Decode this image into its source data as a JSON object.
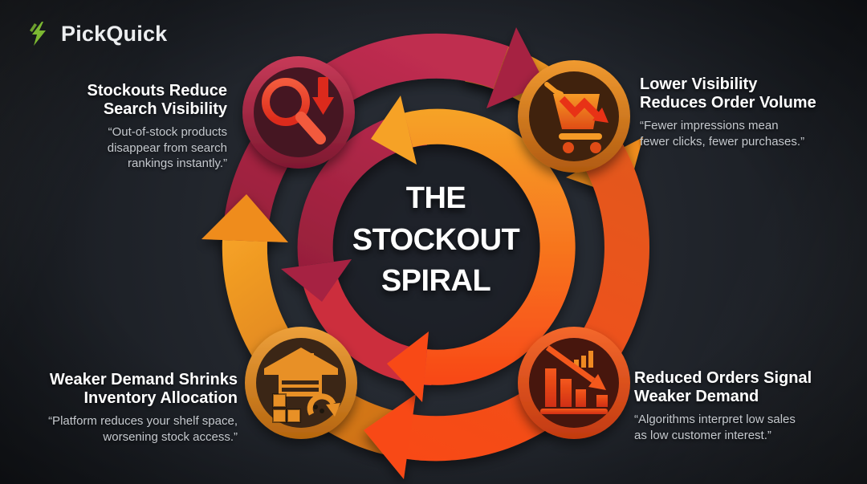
{
  "brand": {
    "name": "PickQuick"
  },
  "center_title": [
    "THE",
    "STOCKOUT",
    "SPIRAL"
  ],
  "nodes": [
    {
      "id": "stockouts-reduce-search-visibility",
      "icon": "search-decline-icon",
      "title": [
        "Stockouts Reduce",
        "Search Visibility"
      ],
      "quote": [
        "“Out-of-stock products",
        "disappear from search",
        "rankings instantly.”"
      ]
    },
    {
      "id": "lower-visibility-reduces-order-volume",
      "icon": "cart-decline-icon",
      "title": [
        "Lower Visibility",
        "Reduces Order Volume"
      ],
      "quote": [
        "“Fewer impressions mean",
        "fewer clicks, fewer purchases.”"
      ]
    },
    {
      "id": "reduced-orders-signal-weaker-demand",
      "icon": "declining-chart-icon",
      "title": [
        "Reduced Orders Signal",
        "Weaker Demand"
      ],
      "quote": [
        "“Algorithms interpret low sales",
        "as low customer interest.”"
      ]
    },
    {
      "id": "weaker-demand-shrinks-inventory-allocation",
      "icon": "warehouse-allocation-icon",
      "title": [
        "Weaker Demand Shrinks",
        "Inventory Allocation"
      ],
      "quote": [
        "“Platform reduces your shelf space,",
        "worsening stock access.”"
      ]
    }
  ],
  "colors": {
    "bg_center": "#2c323b",
    "bg_edge": "#16191e",
    "title_white": "#ffffff",
    "quote_gray": "#c5c9ce",
    "brand_green": "#7cb832",
    "brand_text": "#eceef0",
    "crimson_light": "#bf2d50",
    "crimson_mid": "#a62342",
    "crimson_dark": "#8a1a34",
    "orange_light": "#f6a226",
    "orange_mid": "#ef8c1e",
    "orange_dark": "#dd7718",
    "orange_burnt": "#c96a15",
    "red_top": "#e05a1e",
    "red_bottom": "#f84a18",
    "inner_red": "#cc2f3e",
    "badges": {
      "search": {
        "ring_light": "#c73a58",
        "ring_dark": "#7e1830",
        "fill": "#451524",
        "icon_light": "#f25a3c",
        "icon_dark": "#dc2a1a"
      },
      "cart": {
        "ring_light": "#f09a30",
        "ring_dark": "#b05a10",
        "fill": "#40220f",
        "icon_light": "#f59a26",
        "icon_dark": "#e04c16",
        "arrow": "#e83218"
      },
      "chart": {
        "ring_light": "#f4682c",
        "ring_dark": "#c23a10",
        "fill": "#471410",
        "icon_light": "#f4581c",
        "icon_dark": "#d02f12",
        "mini": "#f08a20"
      },
      "warehouse": {
        "ring_light": "#eda03b",
        "ring_dark": "#b5650f",
        "fill": "#3b2712",
        "icon": "#e89027"
      }
    }
  }
}
